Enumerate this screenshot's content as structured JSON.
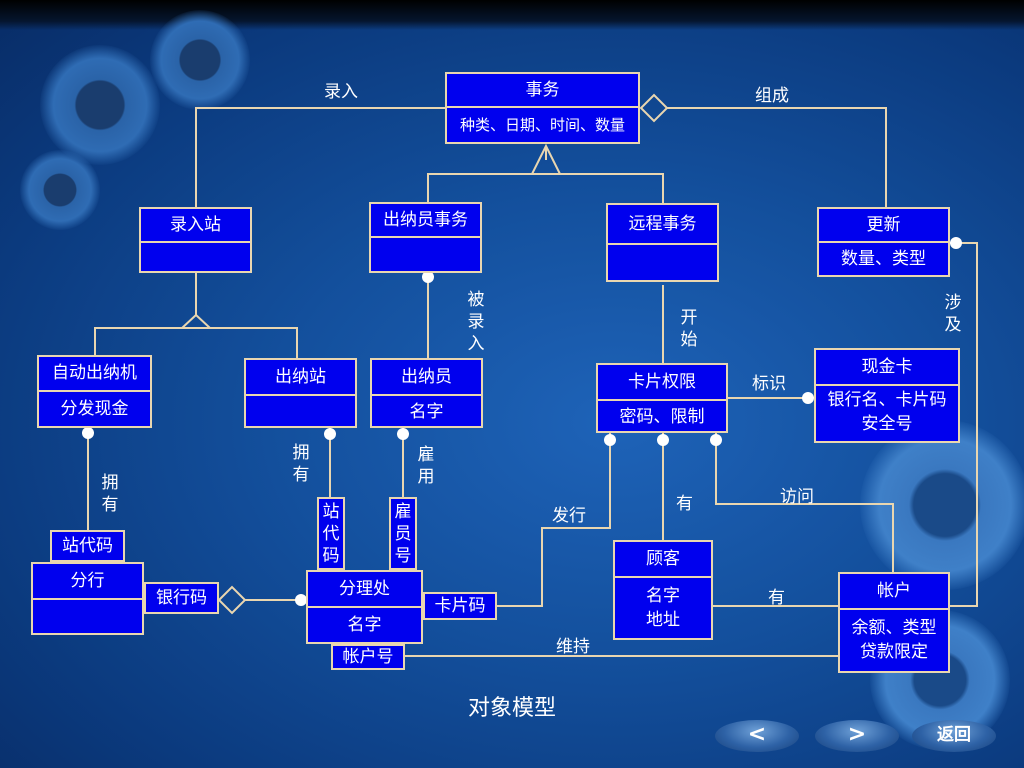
{
  "diagram_title": "对象模型",
  "boxes": {
    "shiwu": {
      "title": "事务",
      "attrs": "种类、日期、时间、数量"
    },
    "luruzhan": {
      "title": "录入站"
    },
    "chunayuanshiwu": {
      "title": "出纳员事务"
    },
    "yuanchengshiwu": {
      "title": "远程事务"
    },
    "gengxin": {
      "title": "更新",
      "attrs": "数量、类型"
    },
    "zidongchunaji": {
      "title": "自动出纳机",
      "attrs": "分发现金"
    },
    "chunazhan": {
      "title": "出纳站"
    },
    "chunayuan": {
      "title": "出纳员",
      "attrs": "名字"
    },
    "kapianquanxian": {
      "title": "卡片权限",
      "attrs": "密码、限制"
    },
    "xianjinka": {
      "title": "现金卡",
      "attrs_line1": "银行名、卡片码",
      "attrs_line2": "安全号"
    },
    "fenhang": {
      "title": "分行"
    },
    "fenlichu": {
      "title": "分理处",
      "attrs": "名字"
    },
    "guke": {
      "title": "顾客",
      "attrs_line1": "名字",
      "attrs_line2": "地址"
    },
    "zhanghu": {
      "title": "帐户",
      "attrs_line1": "余额、类型",
      "attrs_line2": "贷款限定"
    }
  },
  "qualifiers": {
    "zhandaima": "站代码",
    "yinhangma": "银行码",
    "kapianma": "卡片码",
    "zhanghuhao": "帐户号",
    "zhandaima_v": [
      "站",
      "代",
      "码"
    ],
    "guyuanhao_v": [
      "雇",
      "员",
      "号"
    ]
  },
  "links": {
    "luru": "录入",
    "zucheng": "组成",
    "beiluru": [
      "被",
      "录",
      "入"
    ],
    "kaishi": [
      "开",
      "始"
    ],
    "sheji": [
      "涉",
      "及"
    ],
    "biaoshi": "标识",
    "yongyou1": [
      "拥",
      "有"
    ],
    "yongyou2": [
      "拥",
      "有"
    ],
    "guyong": [
      "雇",
      "用"
    ],
    "faxing": "发行",
    "you1": "有",
    "fangwen": "访问",
    "you2": "有",
    "weichi": "维持"
  },
  "nav": {
    "prev": "<",
    "next": ">",
    "back": "返回"
  },
  "colors": {
    "box_fill": "#0000ee",
    "box_border": "#e9d6b0",
    "line": "#e9d6b0",
    "background": "#134f9c"
  }
}
